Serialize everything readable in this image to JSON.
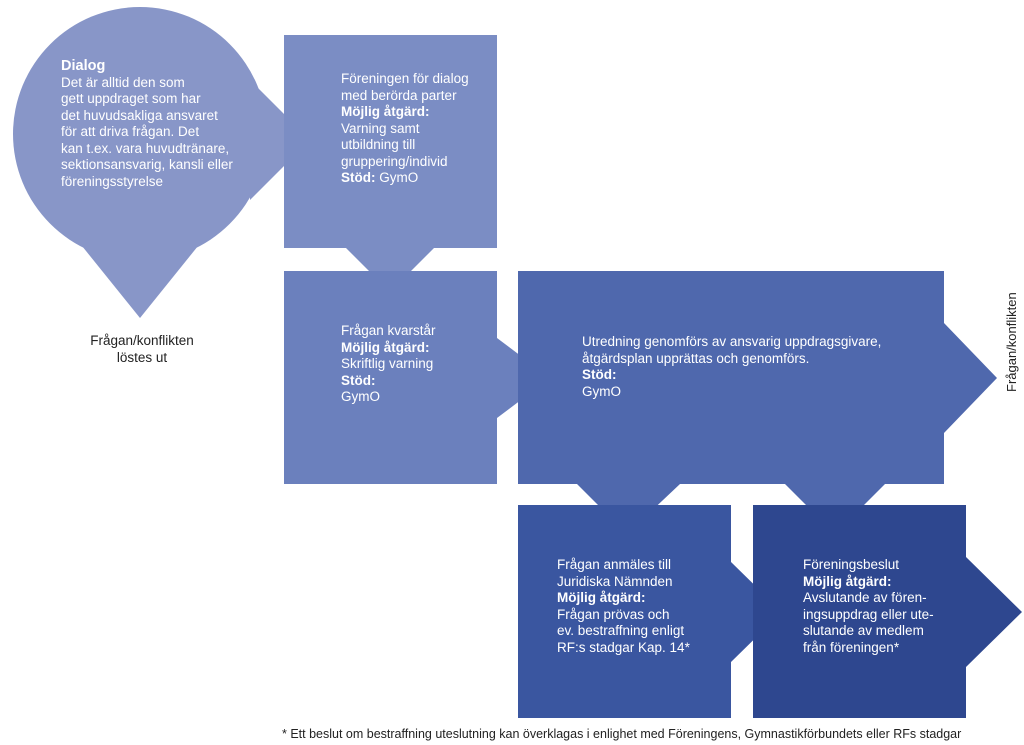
{
  "colors": {
    "circle": "#8896c8",
    "box_light": "#7b8dc4",
    "box_mid": "#6b80bd",
    "box_blue": "#4f68ad",
    "box_deep": "#3a56a0",
    "box_dark": "#2e478f"
  },
  "dialog": {
    "title": "Dialog",
    "lines": [
      "Det är alltid den som",
      "gett uppdraget som har",
      "det huvudsakliga ansvaret",
      "för att driva frågan. Det",
      "kan t.ex. vara huvudtränare,",
      "sektionsansvarig, kansli eller",
      "föreningsstyrelse"
    ]
  },
  "resolved": {
    "line1": "Frågan/konflikten",
    "line2": "löstes ut"
  },
  "box_dialog_parties": {
    "line1": "Föreningen för dialog",
    "line2": "med berörda parter",
    "action_label": "Möjlig åtgärd:",
    "action_lines": [
      "Varning samt",
      "utbildning till",
      "gruppering/individ"
    ],
    "support_label": "Stöd:",
    "support_value": "GymO"
  },
  "box_persists": {
    "line1": "Frågan kvarstår",
    "action_label": "Möjlig åtgärd:",
    "action_line": "Skriftlig varning",
    "support_label": "Stöd:",
    "support_value": "GymO"
  },
  "box_investigation": {
    "line1": "Utredning genomförs av ansvarig uppdragsgivare,",
    "line2": "åtgärdsplan upprättas och genomförs.",
    "support_label": "Stöd:",
    "support_value": "GymO"
  },
  "box_legal": {
    "line1": "Frågan anmäles till",
    "line2": "Juridiska Nämnden",
    "action_label": "Möjlig åtgärd:",
    "action_lines": [
      "Frågan prövas och",
      "ev. bestraffning enligt",
      "RF:s stadgar Kap. 14*"
    ]
  },
  "box_decision": {
    "line1": "Föreningsbeslut",
    "action_label": "Möjlig åtgärd:",
    "action_lines": [
      "Avslutande av fören-",
      "ingsuppdrag eller ute-",
      "slutande av medlem",
      "från föreningen*"
    ]
  },
  "side_text": "Frågan/konflikten",
  "footnote": "* Ett beslut om bestraffning uteslutning kan överklagas i enlighet med Föreningens, Gymnastikförbundets eller RFs stadgar"
}
